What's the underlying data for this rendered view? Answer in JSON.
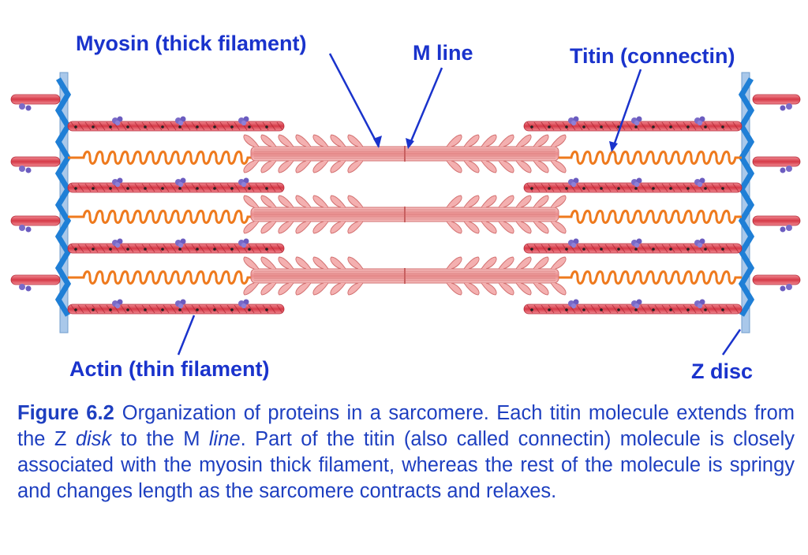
{
  "labels": {
    "myosin": "Myosin (thick filament)",
    "m_line": "M line",
    "titin": "Titin (connectin)",
    "actin": "Actin (thin filament)",
    "z_disc": "Z disc"
  },
  "caption": {
    "figure_number": "Figure 6.2",
    "part1": "Organization of proteins in a sarcomere. Each titin molecule extends from the Z ",
    "italic1": "disk",
    "part2": " to the M ",
    "italic2": "line",
    "part3": ". Part of the titin (also called connectin) molecule is closely associated with the myosin thick filament, whereas the rest of the molecule is springy and changes length as the sarcomere contracts and relaxes."
  },
  "colors": {
    "label_blue": "#1a33cc",
    "caption_blue": "#1e3fc0",
    "z_disc": "#1f7fd6",
    "actin": "#d9424f",
    "titin": "#ee7a1e",
    "myosin": "#f2a3a3",
    "troponin": "#7a6bc8"
  }
}
